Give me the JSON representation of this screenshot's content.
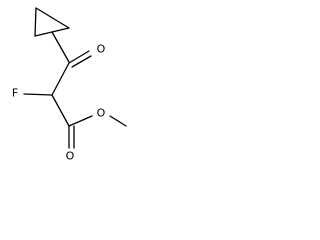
{
  "molecule": {
    "atoms": {
      "ketone_oxygen": "O",
      "fluorine": "F",
      "ester_carbonyl_oxygen": "O",
      "ester_ether_oxygen": "O"
    },
    "colors": {
      "bond": "#000000",
      "label": "#000000",
      "background": "#ffffff"
    }
  }
}
